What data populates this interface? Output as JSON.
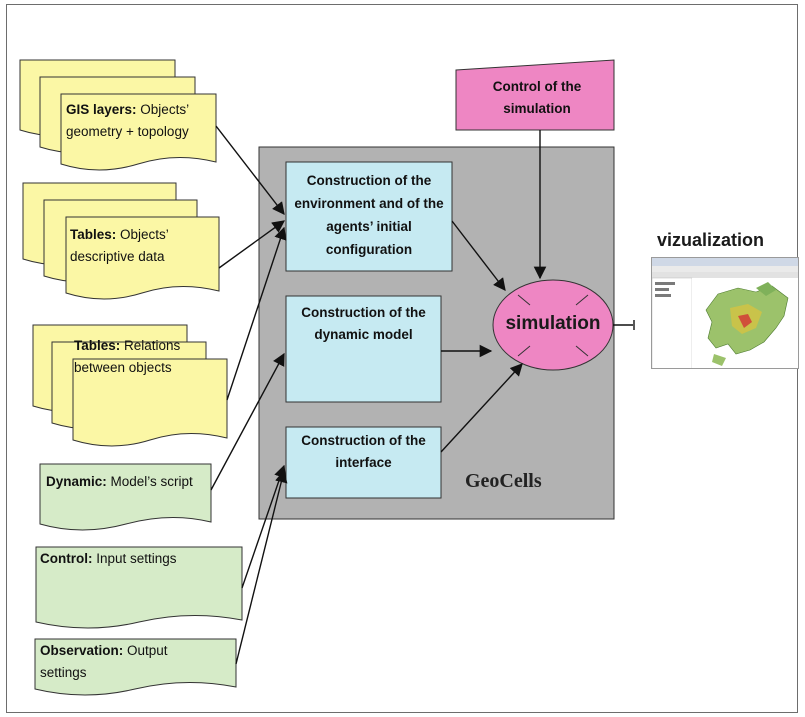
{
  "docs": {
    "gis": {
      "bold": "GIS layers:",
      "rest": " Objects’",
      "line2": "geometry + topology"
    },
    "tables1": {
      "bold": "Tables:",
      "rest": " Objects’",
      "line2": "descriptive data"
    },
    "tables2": {
      "bold": "Tables:",
      "rest": " Relations",
      "line2": "between objects"
    },
    "dynamic": {
      "bold": "Dynamic:",
      "rest": " Model’s script"
    },
    "control": {
      "bold": "Control:",
      "rest": " Input settings"
    },
    "observation": {
      "bold": "Observation:",
      "rest": "  Output",
      "line2": "settings"
    }
  },
  "control_box": {
    "line1": "Control of the",
    "line2": "simulation"
  },
  "construction": {
    "env": {
      "line1": "Construction of the",
      "line2": "environment and of the",
      "line3": "agents’ initial",
      "line4": "configuration"
    },
    "dyn": {
      "line1": "Construction of the",
      "line2": "dynamic model"
    },
    "iface": {
      "line1": "Construction of the",
      "line2": "interface"
    }
  },
  "geocells": "GeoCells",
  "simulation": "simulation",
  "vizualization": "vizualization",
  "colors": {
    "yellow_doc": "#fbf7a5",
    "green_doc": "#d6ebc8",
    "light_blue_box": "#c6eaf2",
    "pink": "#ee86c3",
    "gray_panel": "#b2b2b2",
    "arrow": "#111111"
  },
  "icons": [
    "map-thumbnail-icon"
  ]
}
